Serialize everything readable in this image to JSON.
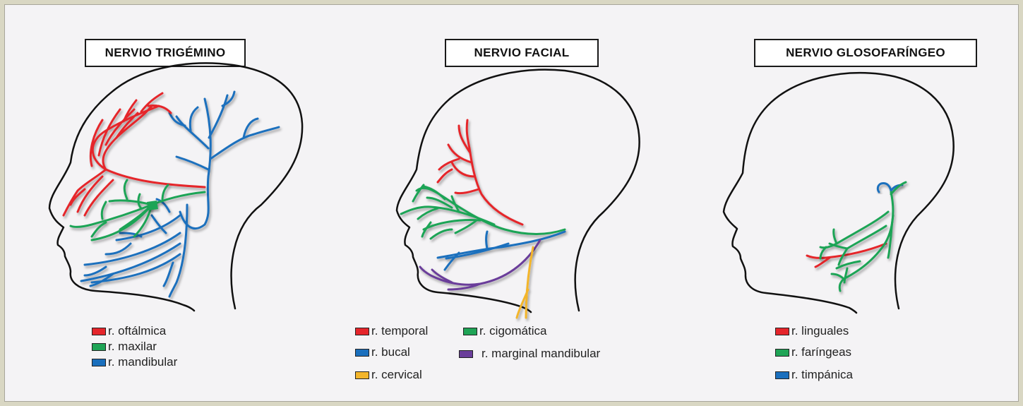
{
  "colors": {
    "red": "#e5252b",
    "green": "#1fa456",
    "blue": "#1a6fbd",
    "purple": "#6a3d9a",
    "yellow": "#f3b52b",
    "outline": "#111111"
  },
  "panels": [
    {
      "title": "NERVIO TRIGÉMINO",
      "legend": [
        {
          "label": "r. oftálmica",
          "color": "#e5252b"
        },
        {
          "label": "r. maxilar",
          "color": "#1fa456"
        },
        {
          "label": "r. mandibular",
          "color": "#1a6fbd"
        }
      ]
    },
    {
      "title": "NERVIO FACIAL",
      "legend": [
        {
          "label": "r. temporal",
          "color": "#e5252b"
        },
        {
          "label": "r. cigomática",
          "color": "#1fa456"
        },
        {
          "label": "r. bucal",
          "color": "#1a6fbd"
        },
        {
          "label": "r. marginal mandibular",
          "color": "#6a3d9a"
        },
        {
          "label": "r. cervical",
          "color": "#f3b52b"
        }
      ]
    },
    {
      "title": "NERVIO GLOSOFARÍNGEO",
      "legend": [
        {
          "label": "r. linguales",
          "color": "#e5252b"
        },
        {
          "label": "r. faríngeas",
          "color": "#1fa456"
        },
        {
          "label": "r. timpánica",
          "color": "#1a6fbd"
        }
      ]
    }
  ]
}
